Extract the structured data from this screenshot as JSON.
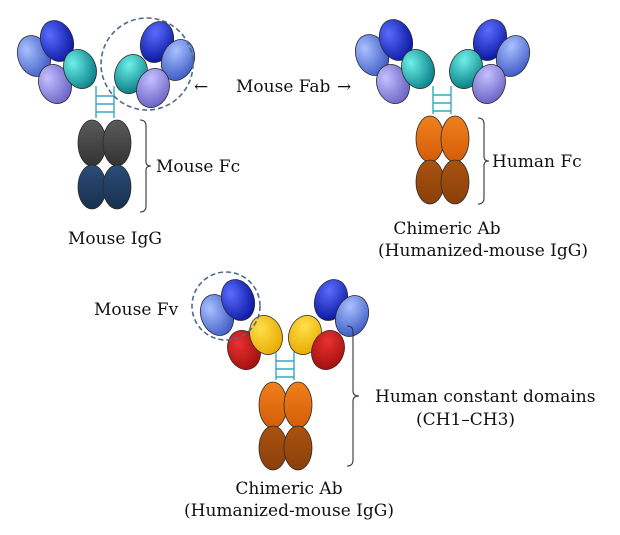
{
  "labels": {
    "mouse_fab": "Mouse Fab",
    "mouse_fc": "Mouse Fc",
    "mouse_igg": "Mouse IgG",
    "human_fc": "Human Fc",
    "chimeric_top_line1": "Chimeric Ab",
    "chimeric_top_line2": "(Humanized-mouse IgG)",
    "mouse_fv": "Mouse Fv",
    "human_constant_line1": "Human constant domains",
    "human_constant_line2": "(CH1–CH3)",
    "chimeric_bottom_line1": "Chimeric Ab",
    "chimeric_bottom_line2": "(Humanized-mouse IgG)"
  },
  "arrows": {
    "left": "←",
    "right": "→"
  },
  "colors": {
    "mouse_heavy_variable": "#0a1fb8",
    "mouse_light_variable": "#5a78d6",
    "mouse_heavy_constant_fab": "#0fb4b4",
    "mouse_light_constant": "#8a82dc",
    "mouse_fc_ch2": "#454545",
    "mouse_fc_ch3": "#1f3a60",
    "human_ch1": "#f2c018",
    "human_light_constant": "#c41414",
    "human_fc_ch2": "#e56e10",
    "human_fc_ch3": "#9a470c",
    "hinge": "#3aa6c4",
    "selection_circle": "#4b6a92"
  }
}
